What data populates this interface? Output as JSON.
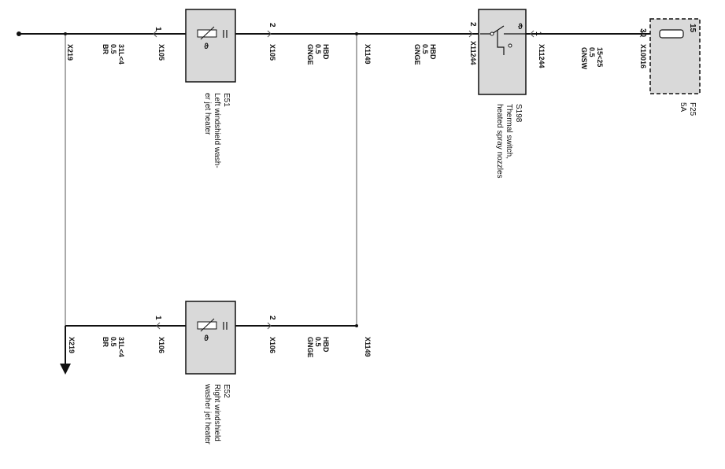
{
  "wires": {
    "top_left": {
      "connector": "X219",
      "code": "31L<4",
      "size": "0.5",
      "color": "BR"
    },
    "top_e51_pin1": {
      "connector": "X105"
    },
    "top_e51_pin2": {
      "connector": "X105",
      "code": "HBD",
      "size": "0.5",
      "color": "GNGE"
    },
    "top_splice": {
      "connector": "X1149",
      "code": "HBD",
      "size": "0.5",
      "color": "GNGE"
    },
    "top_s198_pin2": {
      "connector": "X11244"
    },
    "top_s198_pin1": {
      "connector": "X11244",
      "code": "15<25",
      "size": "0.5",
      "color": "GNSW"
    },
    "top_fuse": {
      "connector": "X10016"
    },
    "bottom_left": {
      "connector": "X219",
      "code": "31L<4",
      "size": "0.5",
      "color": "BR"
    },
    "bottom_e52_pin1": {
      "connector": "X106"
    },
    "bottom_e52_pin2": {
      "connector": "X106",
      "code": "HBD",
      "size": "0.5",
      "color": "GNGE"
    },
    "bottom_splice": {
      "connector": "X1149"
    }
  },
  "pins": {
    "e51_pin1": "1",
    "e51_pin2": "2",
    "s198_pin2": "2",
    "s198_pin1": "1",
    "fuse_in": "30",
    "fuse_out": "15",
    "e52_pin1": "1",
    "e52_pin2": "2"
  },
  "components": {
    "e51": {
      "id": "E51",
      "line1": "Left windshield wash-",
      "line2": "er jet heater"
    },
    "s198": {
      "id": "S198",
      "line1": "Thermal switch,",
      "line2": "heated spray nozzles"
    },
    "f25": {
      "id": "F25",
      "rating": "5A"
    },
    "e52": {
      "id": "E52",
      "line1": "Right windshield",
      "line2": "washer jet heater"
    }
  }
}
